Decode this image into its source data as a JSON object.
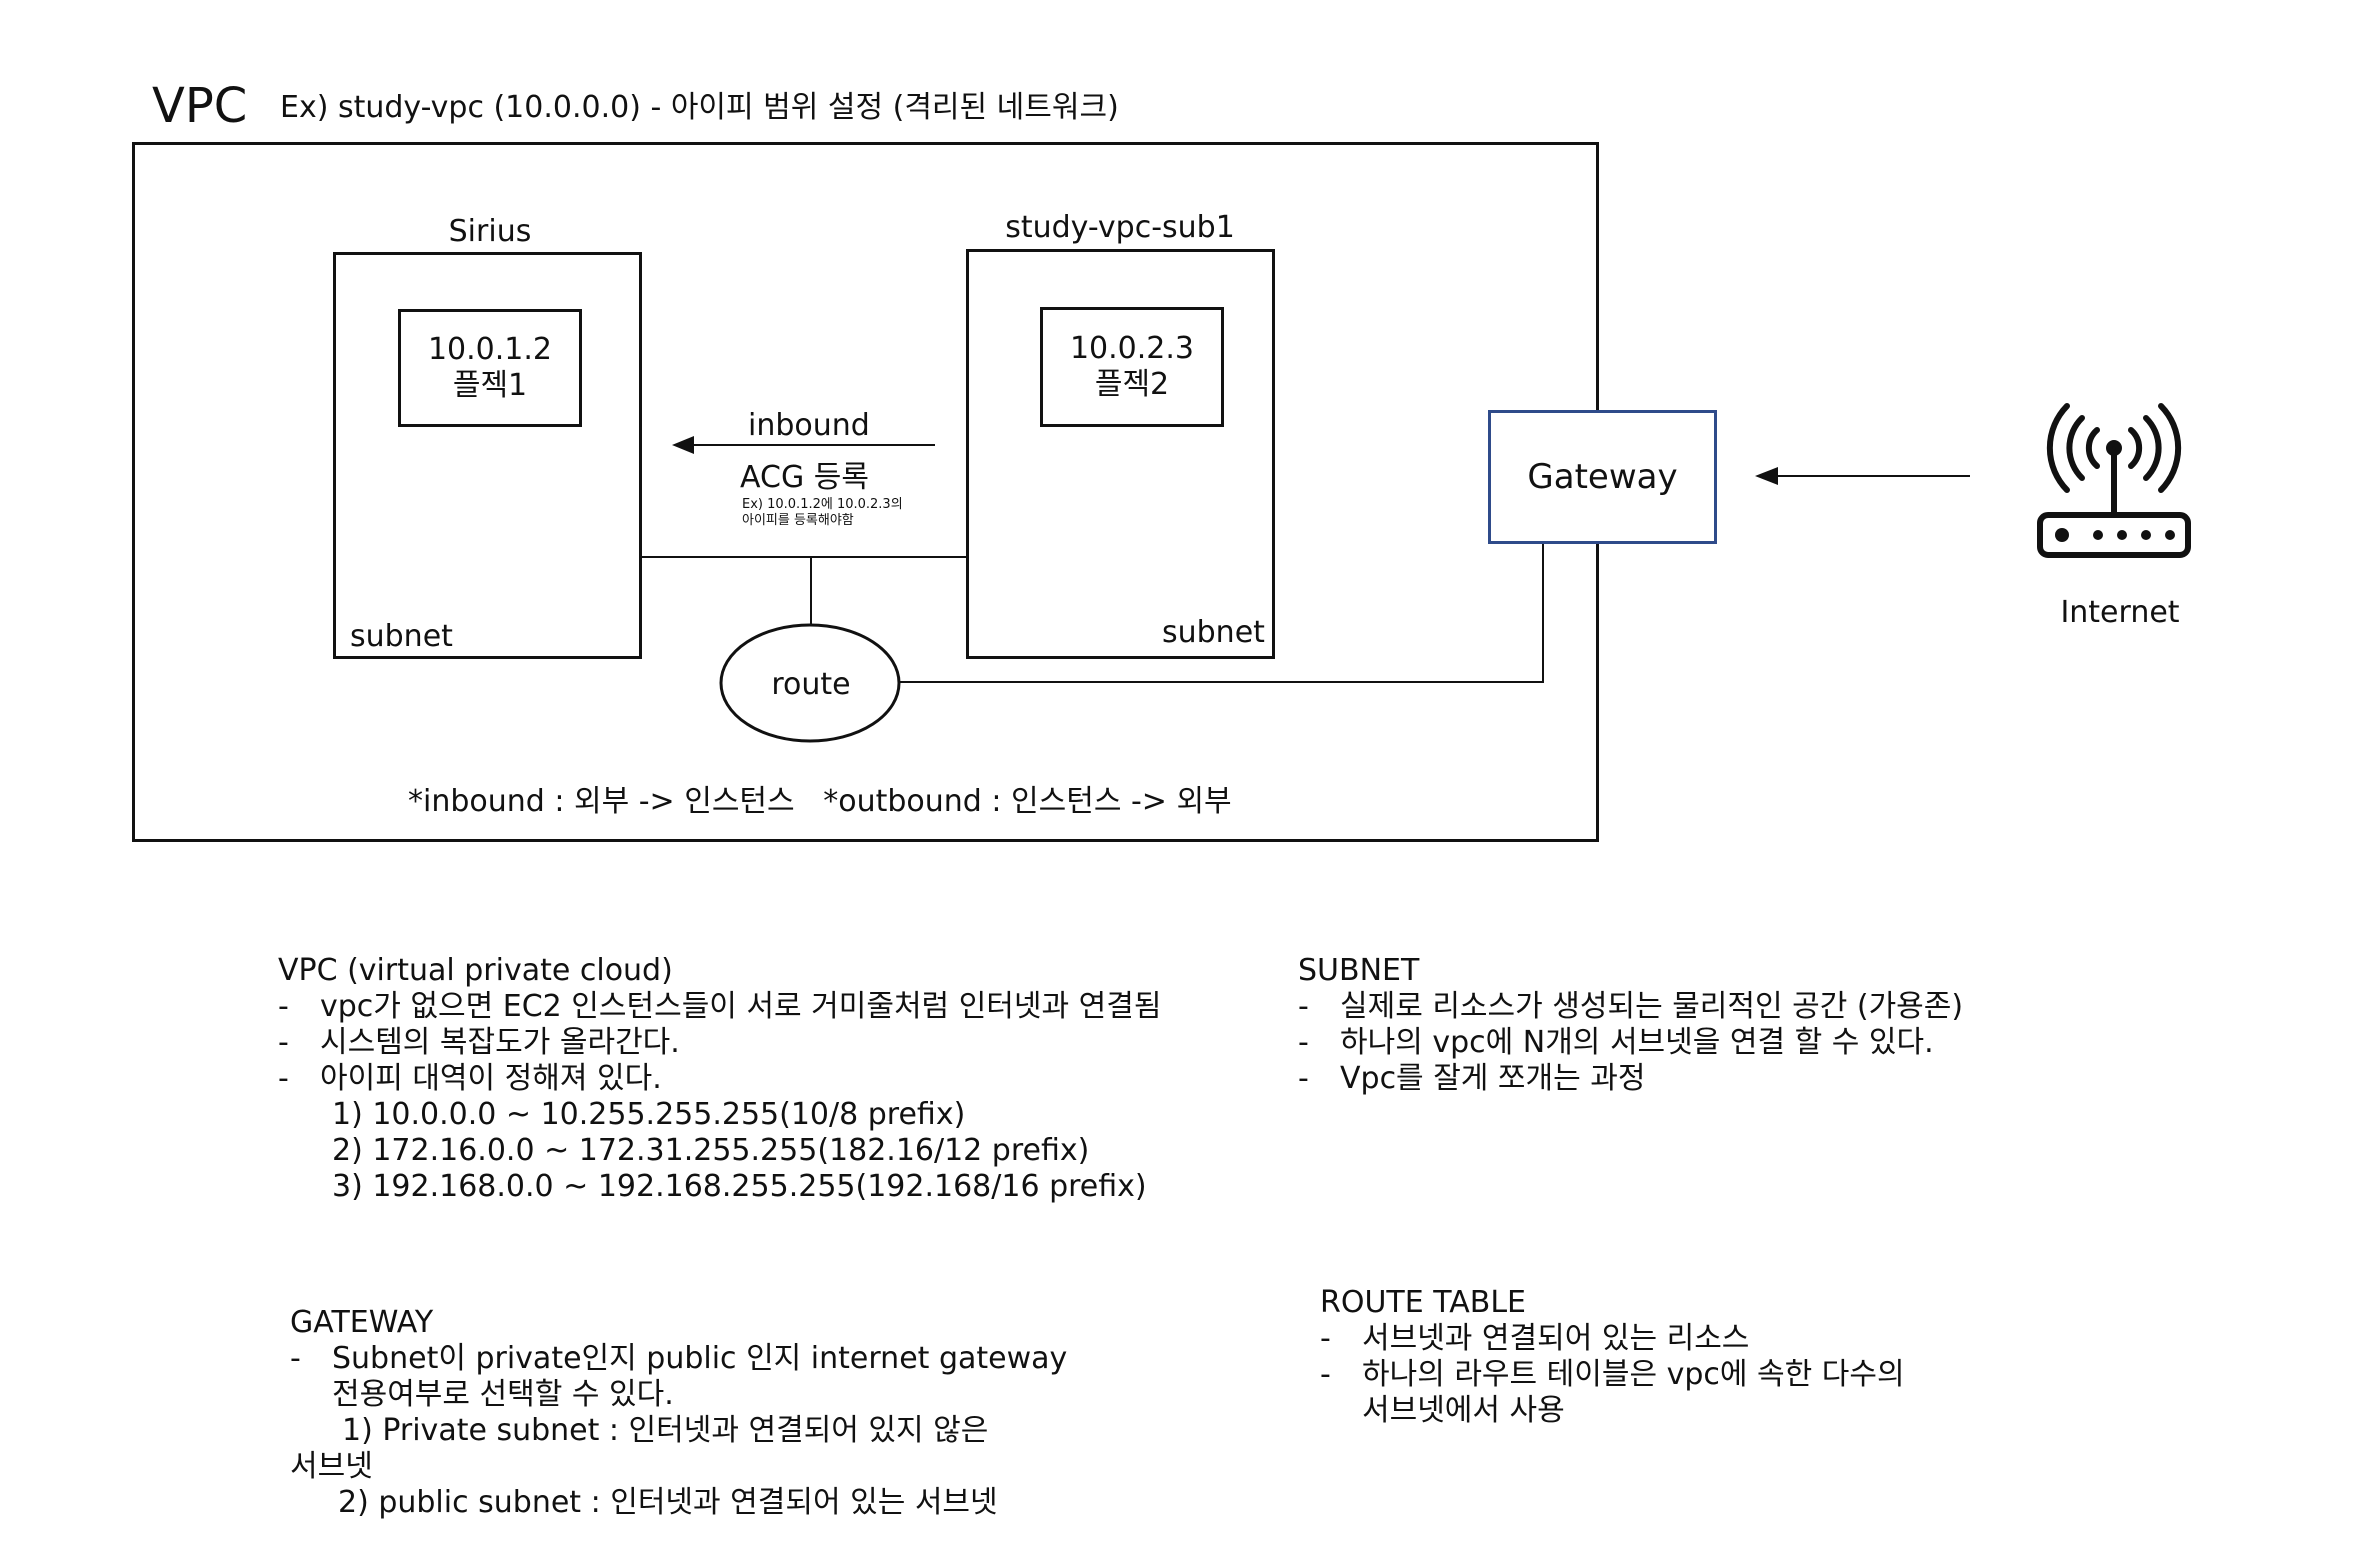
{
  "diagram": {
    "vpc_title": "VPC",
    "vpc_example": "Ex) study-vpc (10.0.0.0) - 아이피 범위 설정 (격리된 네트워크)",
    "subnet_left": {
      "name": "Sirius",
      "inner_ip": "10.0.1.2",
      "inner_label": "플젝1",
      "subnet_label": "subnet"
    },
    "subnet_right": {
      "name": "study-vpc-sub1",
      "inner_ip": "10.0.2.3",
      "inner_label": "플젝2",
      "subnet_label": "subnet"
    },
    "inbound_label": "inbound",
    "acg_label": "ACG 등록",
    "acg_note_line1": "Ex) 10.0.1.2에 10.0.2.3의",
    "acg_note_line2": "아이피를 등록해야함",
    "route_label": "route",
    "gateway_label": "Gateway",
    "internet_label": "Internet",
    "direction_note": "*inbound : 외부 -> 인스턴스   *outbound : 인스턴스 -> 외부",
    "colors": {
      "gateway_border": "#2f4b8a",
      "line": "#111111"
    },
    "icons": [
      "router-icon",
      "arrow-left-icon"
    ]
  },
  "notes": {
    "vpc": {
      "title": "VPC (virtual private cloud)",
      "bullets": [
        "vpc가 없으면 EC2 인스턴스들이 서로 거미줄처럼 인터넷과 연결됨",
        "시스템의 복잡도가 올라간다.",
        "아이피 대역이 정해져 있다."
      ],
      "ranges": [
        "1) 10.0.0.0 ~ 10.255.255.255(10/8 prefix)",
        "2) 172.16.0.0 ~ 172.31.255.255(182.16/12 prefix)",
        "3) 192.168.0.0 ~ 192.168.255.255(192.168/16 prefix)"
      ]
    },
    "subnet": {
      "title": "SUBNET",
      "bullets": [
        "실제로 리소스가 생성되는 물리적인 공간 (가용존)",
        "하나의 vpc에 N개의 서브넷을 연결 할 수 있다.",
        "Vpc를 잘게 쪼개는 과정"
      ]
    },
    "gateway": {
      "title": "GATEWAY",
      "bullet_line1": "Subnet이 private인지 public 인지 internet gateway",
      "bullet_line2": "전용여부로 선택할 수 있다.",
      "item1_line1": "1) Private subnet : 인터넷과 연결되어 있지 않은",
      "item1_line2": "서브넷",
      "item2": "2) public subnet : 인터넷과 연결되어 있는 서브넷"
    },
    "route_table": {
      "title": "ROUTE TABLE",
      "bullet1": "서브넷과 연결되어 있는 리소스",
      "bullet2_line1": "하나의 라우트 테이블은 vpc에 속한 다수의",
      "bullet2_line2": "서브넷에서 사용"
    }
  }
}
